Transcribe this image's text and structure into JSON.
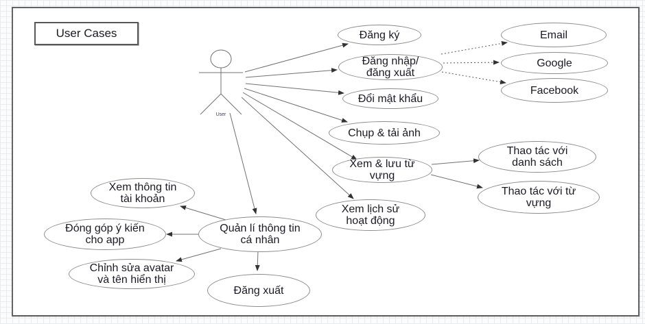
{
  "diagram": {
    "title": "User Cases",
    "actor": {
      "name": "User"
    },
    "nodes": [
      {
        "id": "dang-ky",
        "label": "Đăng ký"
      },
      {
        "id": "dang-nhap-dang-xuat",
        "label": "Đăng nhập/\nđăng xuất"
      },
      {
        "id": "doi-mat-khau",
        "label": "Đổi mật khẩu"
      },
      {
        "id": "chup-tai-anh",
        "label": "Chụp & tải ảnh"
      },
      {
        "id": "xem-luu-tu-vung",
        "label": "Xem & lưu từ\nvựng"
      },
      {
        "id": "xem-lich-su-hoat-dong",
        "label": "Xem lịch sử\nhoạt động"
      },
      {
        "id": "email",
        "label": "Email"
      },
      {
        "id": "google",
        "label": "Google"
      },
      {
        "id": "facebook",
        "label": "Facebook"
      },
      {
        "id": "thao-tac-voi-danh-sach",
        "label": "Thao tác với\ndanh sách"
      },
      {
        "id": "thao-tac-voi-tu-vung",
        "label": "Thao tác với từ\nvựng"
      },
      {
        "id": "xem-thong-tin-tai-khoan",
        "label": "Xem thông tin\ntài khoản"
      },
      {
        "id": "dong-gop-y-kien",
        "label": "Đóng góp ý kiến\ncho app"
      },
      {
        "id": "chinh-sua-avatar",
        "label": "Chỉnh sửa avatar\nvà tên hiển thị"
      },
      {
        "id": "quan-li-thong-tin",
        "label": "Quản lí thông tin\ncá nhân"
      },
      {
        "id": "dang-xuat",
        "label": "Đăng xuất"
      }
    ],
    "edges": [
      {
        "from": "User",
        "to": "dang-ky",
        "style": "solid-arrow"
      },
      {
        "from": "User",
        "to": "dang-nhap-dang-xuat",
        "style": "solid-arrow"
      },
      {
        "from": "User",
        "to": "doi-mat-khau",
        "style": "solid-arrow"
      },
      {
        "from": "User",
        "to": "chup-tai-anh",
        "style": "solid-arrow"
      },
      {
        "from": "User",
        "to": "xem-luu-tu-vung",
        "style": "solid-arrow"
      },
      {
        "from": "User",
        "to": "xem-lich-su-hoat-dong",
        "style": "solid-arrow"
      },
      {
        "from": "User",
        "to": "quan-li-thong-tin",
        "style": "solid-arrow"
      },
      {
        "from": "dang-nhap-dang-xuat",
        "to": "email",
        "style": "dotted-arrow"
      },
      {
        "from": "dang-nhap-dang-xuat",
        "to": "google",
        "style": "dotted-arrow"
      },
      {
        "from": "dang-nhap-dang-xuat",
        "to": "facebook",
        "style": "dotted-arrow"
      },
      {
        "from": "xem-luu-tu-vung",
        "to": "thao-tac-voi-danh-sach",
        "style": "solid-arrow"
      },
      {
        "from": "xem-luu-tu-vung",
        "to": "thao-tac-voi-tu-vung",
        "style": "solid-arrow"
      },
      {
        "from": "quan-li-thong-tin",
        "to": "xem-thong-tin-tai-khoan",
        "style": "solid-arrow"
      },
      {
        "from": "quan-li-thong-tin",
        "to": "dong-gop-y-kien",
        "style": "solid-arrow"
      },
      {
        "from": "quan-li-thong-tin",
        "to": "chinh-sua-avatar",
        "style": "solid-arrow"
      },
      {
        "from": "quan-li-thong-tin",
        "to": "dang-xuat",
        "style": "solid-arrow"
      }
    ],
    "colors": {
      "background": "#ffffff",
      "canvas_border": "#636363",
      "node_border": "#8b8b8b",
      "edge": "#707070",
      "text": "#1a1a24"
    }
  }
}
